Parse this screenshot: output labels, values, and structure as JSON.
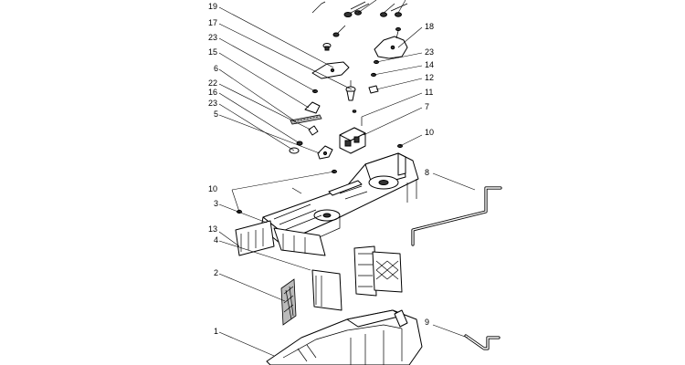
{
  "diagram": {
    "callouts": [
      {
        "id": "c19a",
        "label": "19"
      },
      {
        "id": "c17",
        "label": "17"
      },
      {
        "id": "c23a",
        "label": "23"
      },
      {
        "id": "c15",
        "label": "15"
      },
      {
        "id": "c6",
        "label": "6"
      },
      {
        "id": "c22",
        "label": "22"
      },
      {
        "id": "c16",
        "label": "16"
      },
      {
        "id": "c23b",
        "label": "23"
      },
      {
        "id": "c5",
        "label": "5"
      },
      {
        "id": "c18",
        "label": "18"
      },
      {
        "id": "c23c",
        "label": "23"
      },
      {
        "id": "c14",
        "label": "14"
      },
      {
        "id": "c12",
        "label": "12"
      },
      {
        "id": "c11",
        "label": "11"
      },
      {
        "id": "c7",
        "label": "7"
      },
      {
        "id": "c10a",
        "label": "10"
      },
      {
        "id": "c8",
        "label": "8"
      },
      {
        "id": "c10b",
        "label": "10"
      },
      {
        "id": "c3",
        "label": "3"
      },
      {
        "id": "c13",
        "label": "13"
      },
      {
        "id": "c4",
        "label": "4"
      },
      {
        "id": "c2",
        "label": "2"
      },
      {
        "id": "c1",
        "label": "1"
      },
      {
        "id": "c9",
        "label": "9"
      }
    ]
  }
}
